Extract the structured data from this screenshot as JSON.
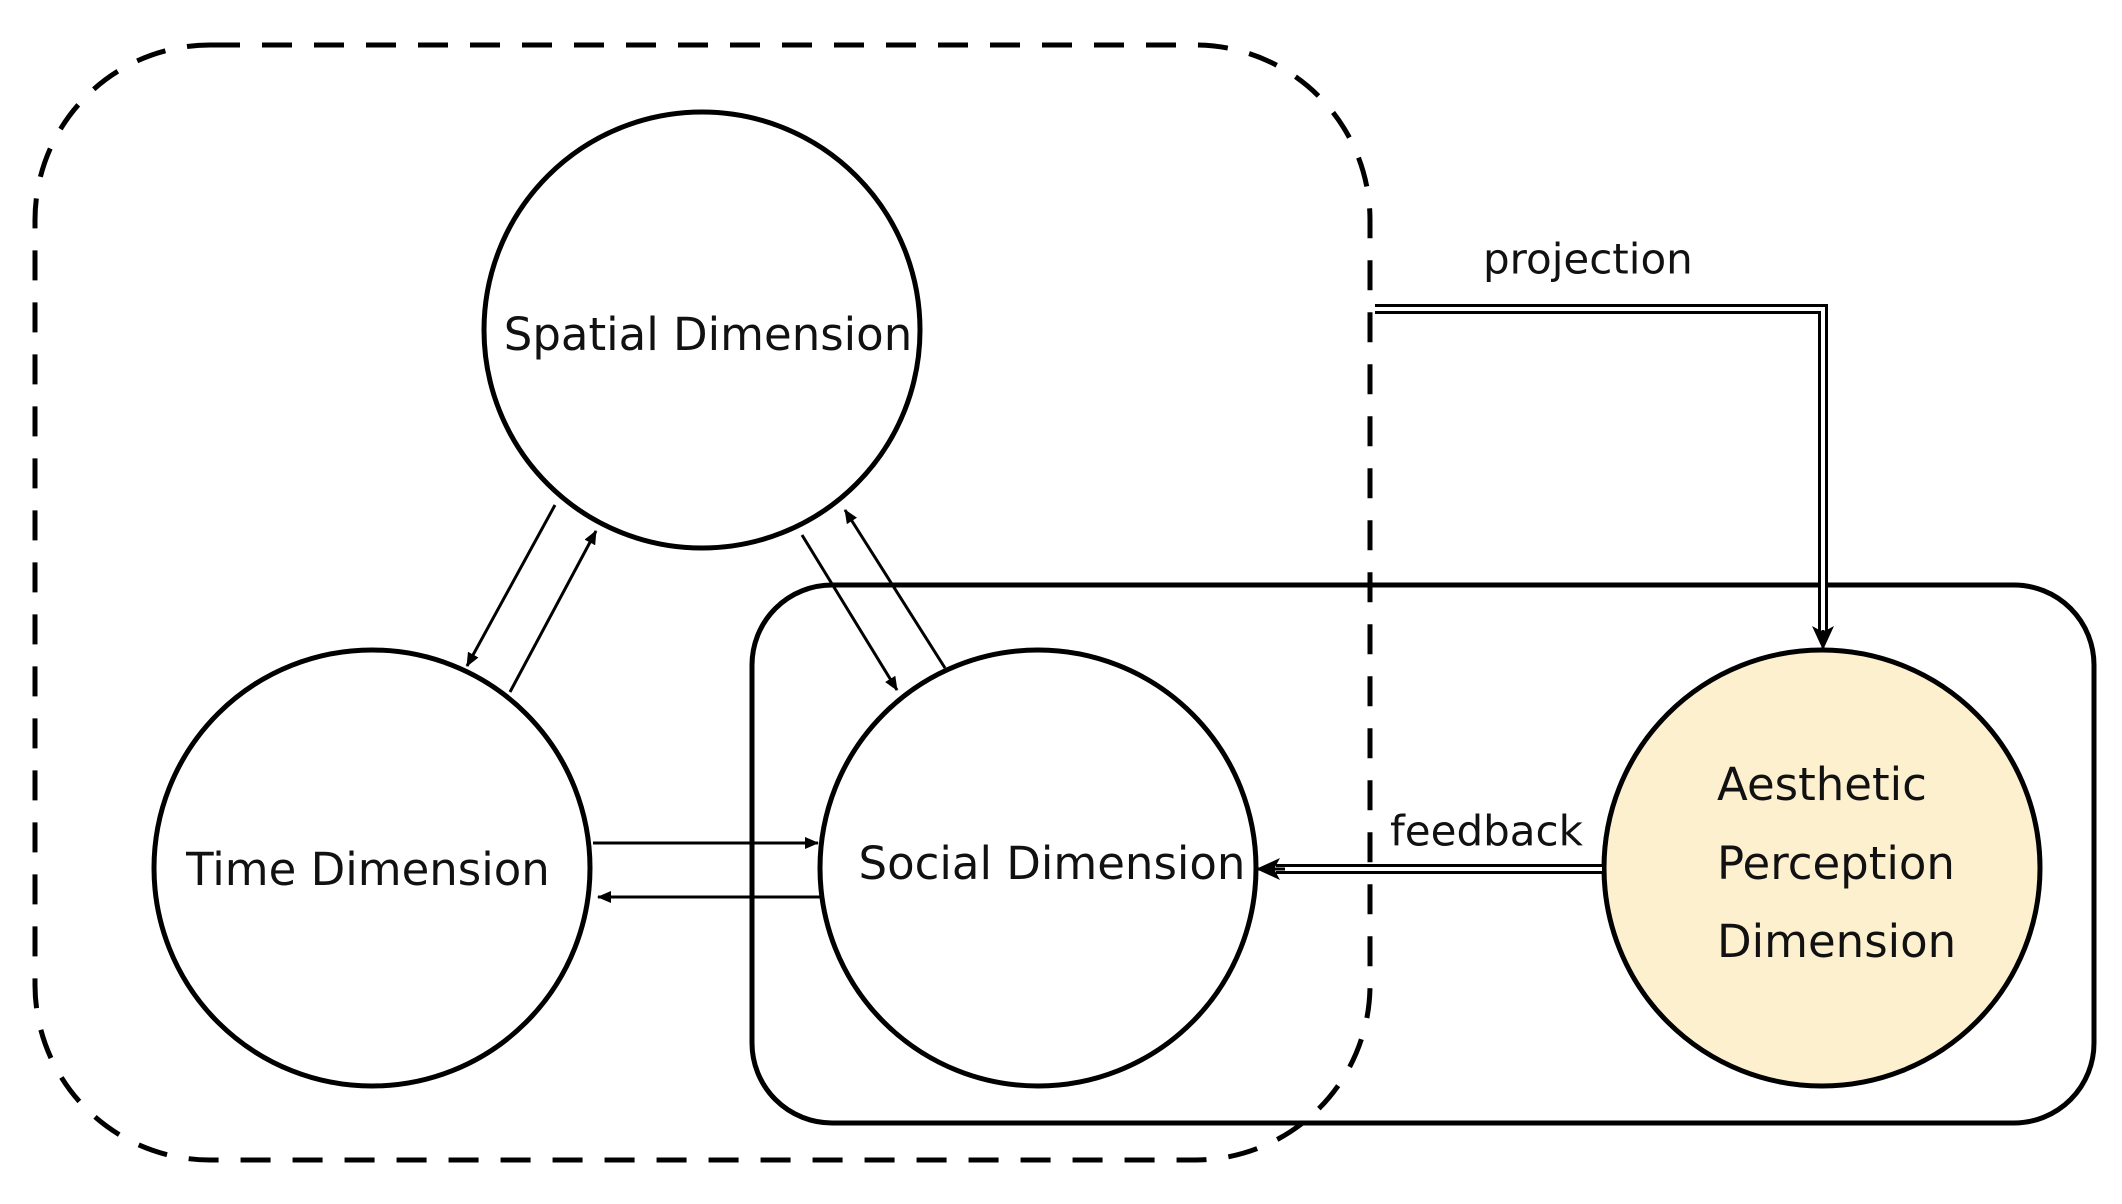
{
  "nodes": {
    "spatial": {
      "label": "Spatial Dimension"
    },
    "time": {
      "label": "Time Dimension"
    },
    "social": {
      "label": "Social Dimension"
    },
    "aesthetic": {
      "label_lines": [
        "Aesthetic",
        "Perception",
        "Dimension"
      ]
    }
  },
  "edges": {
    "projection_label": "projection",
    "feedback_label": "feedback"
  },
  "colors": {
    "stroke": "#000000",
    "aesthetic_fill": "#fdf0cf",
    "node_fill": "#ffffff"
  }
}
